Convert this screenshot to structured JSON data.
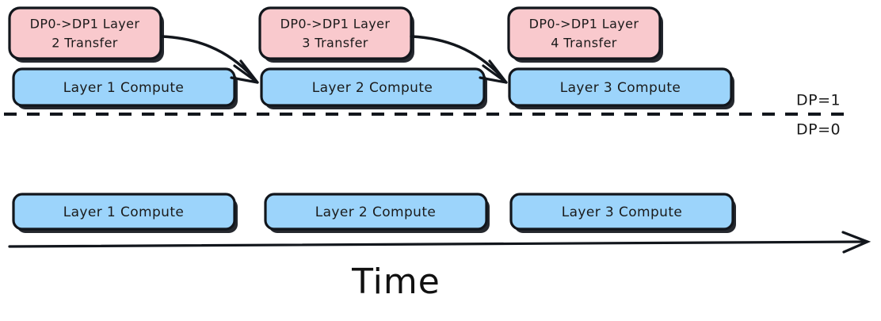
{
  "diagram": {
    "title_axis": "Time",
    "colors": {
      "compute_fill": "#9cd4fb",
      "transfer_fill": "#f9c9cd",
      "stroke": "#12161c",
      "background": "#ffffff"
    },
    "lanes": [
      {
        "id": "dp1",
        "label": "DP=1"
      },
      {
        "id": "dp0",
        "label": "DP=0"
      }
    ],
    "transfer_blocks": [
      {
        "id": "t1",
        "line1": "DP0->DP1 Layer",
        "line2": "2 Transfer"
      },
      {
        "id": "t2",
        "line1": "DP0->DP1 Layer",
        "line2": "3 Transfer"
      },
      {
        "id": "t3",
        "line1": "DP0->DP1 Layer",
        "line2": "4 Transfer"
      }
    ],
    "top_compute_blocks": [
      {
        "id": "top-c1",
        "label": "Layer 1 Compute"
      },
      {
        "id": "top-c2",
        "label": "Layer 2 Compute"
      },
      {
        "id": "top-c3",
        "label": "Layer 3 Compute"
      }
    ],
    "bottom_compute_blocks": [
      {
        "id": "bot-c1",
        "label": "Layer 1 Compute"
      },
      {
        "id": "bot-c2",
        "label": "Layer 2 Compute"
      },
      {
        "id": "bot-c3",
        "label": "Layer 3 Compute"
      }
    ]
  }
}
